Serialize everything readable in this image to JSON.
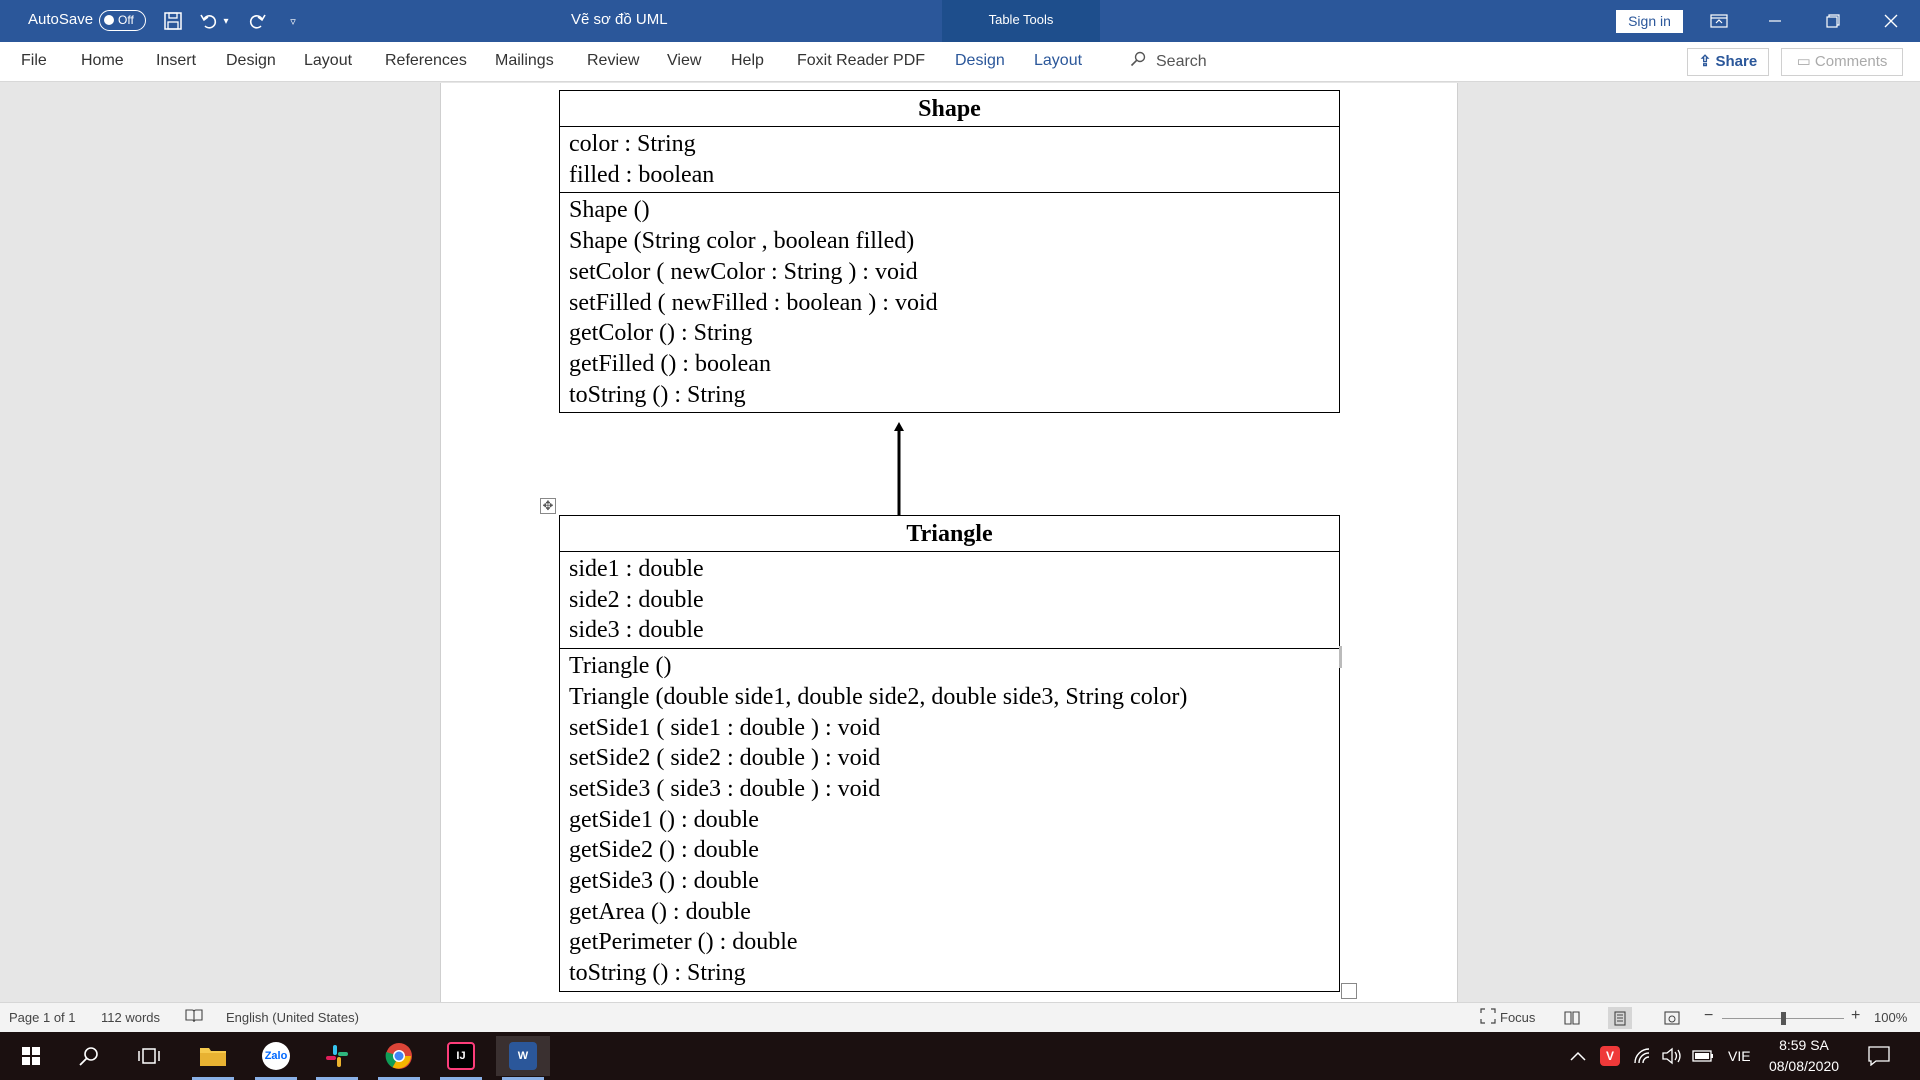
{
  "titlebar": {
    "autosave_label": "AutoSave",
    "autosave_state": "Off",
    "doc_title": "Vẽ sơ đồ UML",
    "context_group": "Table Tools",
    "signin_label": "Sign in"
  },
  "ribbon": {
    "tabs": [
      "File",
      "Home",
      "Insert",
      "Design",
      "Layout",
      "References",
      "Mailings",
      "Review",
      "View",
      "Help",
      "Foxit Reader PDF",
      "Design",
      "Layout"
    ],
    "search_label": "Search",
    "share_label": "Share",
    "comments_label": "Comments"
  },
  "diagram": {
    "shape": {
      "name": "Shape",
      "attributes": [
        "color : String",
        "filled : boolean"
      ],
      "methods": [
        "Shape ()",
        "Shape (String color , boolean filled)",
        "setColor ( newColor : String ) : void",
        "setFilled ( newFilled : boolean ) : void",
        "getColor () : String",
        "getFilled () : boolean",
        "toString () : String"
      ]
    },
    "triangle": {
      "name": "Triangle",
      "attributes": [
        "side1 : double",
        "side2 : double",
        "side3 : double"
      ],
      "methods": [
        "Triangle ()",
        "Triangle (double side1, double side2, double side3, String color)",
        "setSide1 ( side1 : double ) : void",
        "setSide2 ( side2 : double ) : void",
        "setSide3 ( side3 : double ) : void",
        "getSide1 () : double",
        "getSide2 () : double",
        "getSide3 () : double",
        "getArea () : double",
        "getPerimeter () : double",
        "toString () : String"
      ]
    }
  },
  "statusbar": {
    "page": "Page 1 of 1",
    "words": "112 words",
    "language": "English (United States)",
    "focus": "Focus",
    "zoom": "100%"
  },
  "taskbar": {
    "language": "VIE",
    "time": "8:59 SA",
    "date": "08/08/2020"
  },
  "colors": {
    "titlebar": "#2b579a",
    "taskbar": "#1b1010"
  }
}
